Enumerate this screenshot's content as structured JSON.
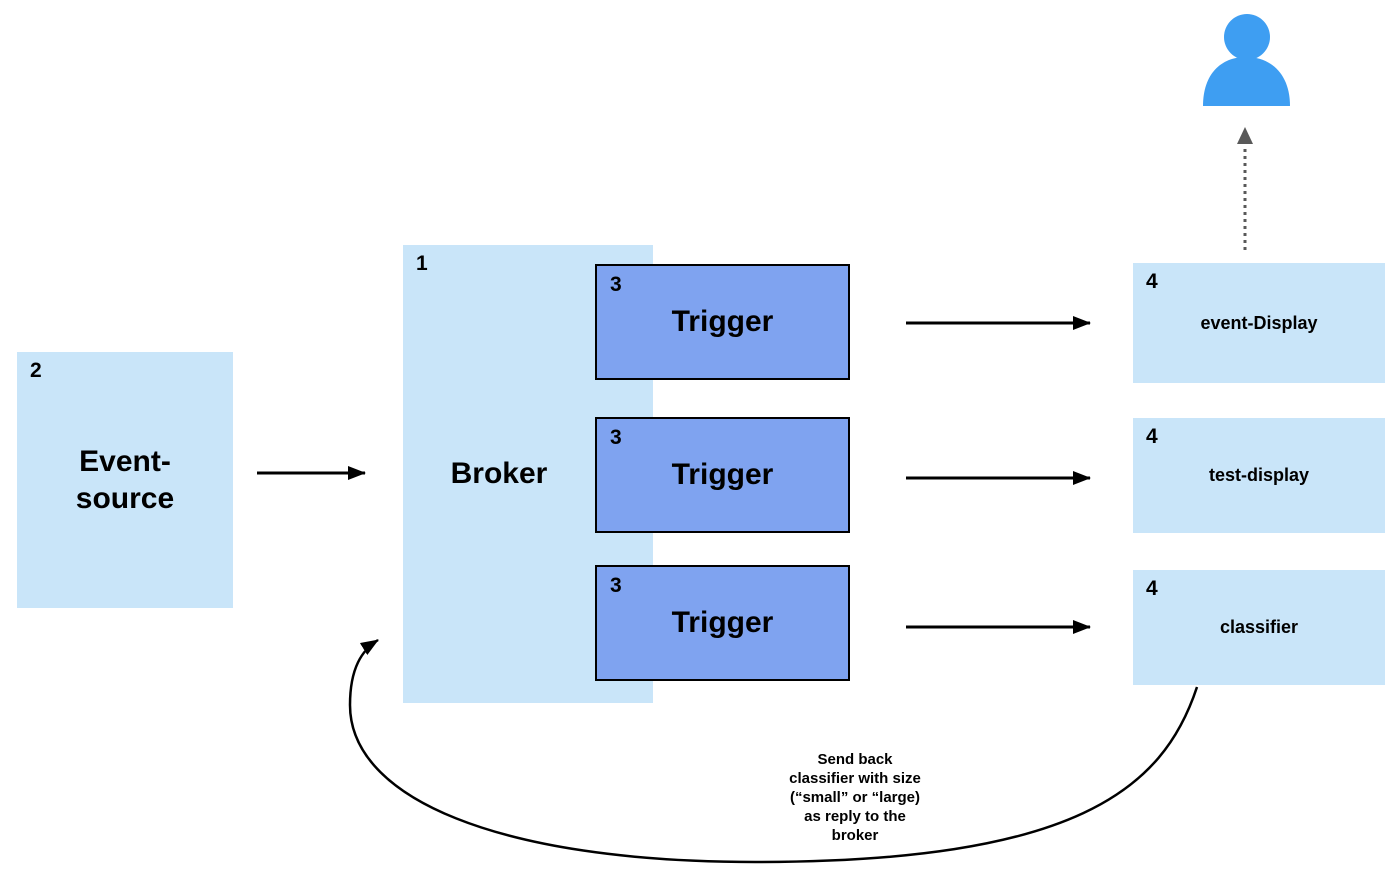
{
  "diagram": {
    "type": "event-driven-architecture-flow",
    "background": "#ffffff"
  },
  "colors": {
    "box_light": "#c9e5f9",
    "box_trigger": "#7fa3f0",
    "person_blue": "#3e9ef2",
    "arrow_black": "#000000",
    "dashed_gray": "#595959"
  },
  "nodes": {
    "event_source": {
      "number": "2",
      "line1": "Event-",
      "line2": "source"
    },
    "broker": {
      "number": "1",
      "label": "Broker"
    },
    "trigger1": {
      "number": "3",
      "label": "Trigger"
    },
    "trigger2": {
      "number": "3",
      "label": "Trigger"
    },
    "trigger3": {
      "number": "3",
      "label": "Trigger"
    },
    "event_display": {
      "number": "4",
      "label": "event-Display"
    },
    "test_display": {
      "number": "4",
      "label": "test-display"
    },
    "classifier": {
      "number": "4",
      "label": "classifier"
    }
  },
  "icons": {
    "user": "user-silhouette-icon"
  },
  "edges": {
    "source_to_broker": {
      "from": "event_source",
      "to": "broker",
      "style": "solid-arrow"
    },
    "trigger1_to_event_display": {
      "from": "trigger1",
      "to": "event_display",
      "style": "solid-arrow"
    },
    "trigger2_to_test_display": {
      "from": "trigger2",
      "to": "test_display",
      "style": "solid-arrow"
    },
    "trigger3_to_classifier": {
      "from": "trigger3",
      "to": "classifier",
      "style": "solid-arrow"
    },
    "event_display_to_user": {
      "from": "event_display",
      "to": "user",
      "style": "dashed-arrow"
    },
    "classifier_reply_to_broker": {
      "from": "classifier",
      "to": "broker",
      "style": "curved-arrow",
      "note": "Send back\nclassifier with size\n(“small” or “large)\nas reply to the\nbroker"
    }
  }
}
